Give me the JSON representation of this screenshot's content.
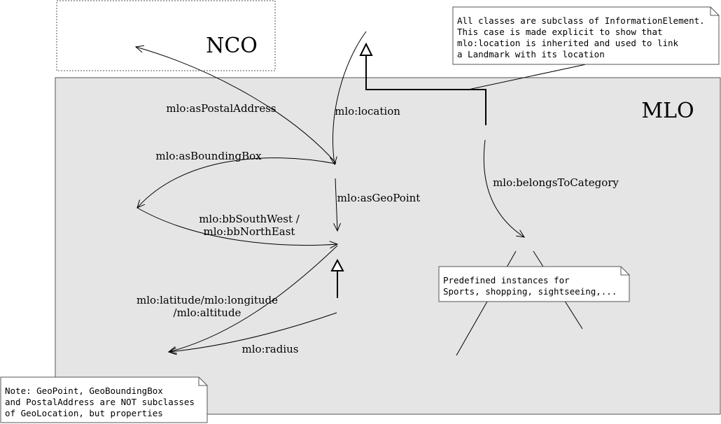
{
  "packages": {
    "nco": {
      "title": "NCO"
    },
    "mlo": {
      "title": "MLO",
      "fill": "#e5e5e5"
    }
  },
  "associations": {
    "as_postal_address": "mlo:asPostalAddress",
    "location": "mlo:location",
    "as_bounding_box": "mlo:asBoundingBox",
    "as_geo_point": "mlo:asGeoPoint",
    "belongs_to_category": "mlo:belongsToCategory",
    "bb_corners_line1": "mlo:bbSouthWest /",
    "bb_corners_line2": "mlo:bbNorthEast",
    "lat_long_line1": "mlo:latitude/mlo:longitude",
    "lat_long_line2": "/mlo:altitude",
    "radius": "mlo:radius"
  },
  "notes": {
    "information_element": {
      "lines": [
        "All classes are subclass of InformationElement.",
        "This case is made explicit to show that",
        "mlo:location is inherited and used to link",
        "a Landmark with its location"
      ]
    },
    "predefined_instances": {
      "lines": [
        "Predefined instances for",
        "Sports, shopping, sightseeing,..."
      ]
    },
    "geopoint": {
      "lines": [
        "Note: GeoPoint, GeoBoundingBox",
        "and PostalAddress are NOT subclasses",
        "of GeoLocation, but properties"
      ]
    }
  }
}
